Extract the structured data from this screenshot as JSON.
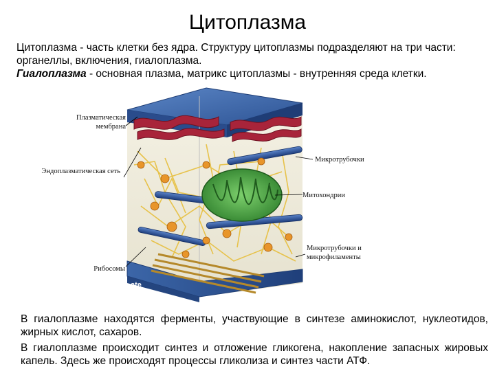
{
  "title": "Цитоплазма",
  "intro": {
    "line1": "Цитоплазма - часть клетки без ядра. Структуру цитоплазмы подразделяют на три части: органеллы, включения, гиалоплазма.",
    "term": "Гиалоплазма",
    "line2_rest": " - основная плазма, матрикс цитоплазмы - внутренняя среда клетки."
  },
  "diagram": {
    "labels": {
      "plasma_membrane": "Плазматическая мембрана",
      "microtubules": "Микротрубочки",
      "er": "Эндоплазматическая сеть",
      "mitochondria": "Митохондрии",
      "ribosomes": "Рибосомы",
      "microtubules_microfilaments": "Микротрубочки и микрофиламенты"
    },
    "watermark": "ate"
  },
  "footer": {
    "p1": "В гиалоплазме находятся ферменты, участвующие в синтезе аминокислот, нуклеотидов, жирных кислот, сахаров.",
    "p2": "В гиалоплазме происходит синтез и отложение гликогена, накопление запасных жировых капель. Здесь же происходят процессы гликолиза и синтез части АТФ."
  },
  "colors": {
    "membrane_blue": "#3f6fb0",
    "er_red": "#a8243a",
    "mitochondria_green": "#3e9a3a",
    "ribosome_orange": "#e8952a",
    "filament_yellow": "#e7c24a"
  }
}
